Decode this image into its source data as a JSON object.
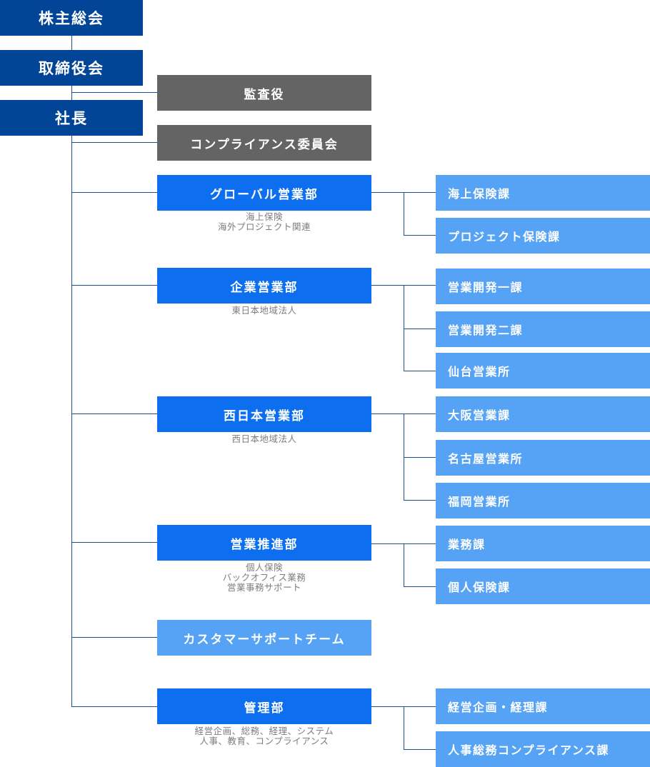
{
  "top": {
    "shareholders": "株主総会",
    "board": "取締役会",
    "president": "社長"
  },
  "staff": {
    "auditor": "監査役",
    "compliance_committee": "コンプライアンス委員会"
  },
  "departments": [
    {
      "name": "グローバル営業部",
      "desc": [
        "海上保険",
        "海外プロジェクト関連"
      ],
      "sections": [
        "海上保険課",
        "プロジェクト保険課"
      ]
    },
    {
      "name": "企業営業部",
      "desc": [
        "東日本地域法人"
      ],
      "sections": [
        "営業開発一課",
        "営業開発二課",
        "仙台営業所"
      ]
    },
    {
      "name": "西日本営業部",
      "desc": [
        "西日本地域法人"
      ],
      "sections": [
        "大阪営業課",
        "名古屋営業所",
        "福岡営業所"
      ]
    },
    {
      "name": "営業推進部",
      "desc": [
        "個人保険",
        "バックオフィス業務",
        "営業事務サポート"
      ],
      "sections": [
        "業務課",
        "個人保険課"
      ]
    },
    {
      "name": "カスタマーサポートチーム",
      "desc": [],
      "sections": []
    },
    {
      "name": "管理部",
      "desc": [
        "経営企画、総務、経理、システム",
        "人事、教育、コンプライアンス"
      ],
      "sections": [
        "経営企画・経理課",
        "人事総務コンプライアンス課"
      ]
    }
  ],
  "colors": {
    "top_box": "#024597",
    "staff_box": "#646464",
    "department_box": "#0d6ff0",
    "section_box": "#56a2f5",
    "connector": "#1c4f94",
    "description_text": "#7d7d7d"
  }
}
